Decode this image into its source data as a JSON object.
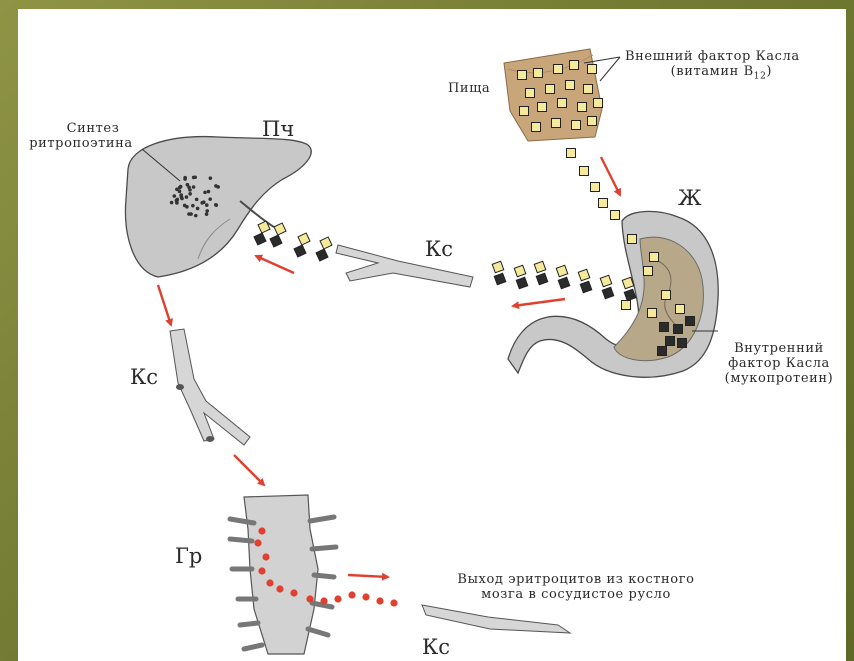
{
  "labels": {
    "external_factor_line1": "Внешний фактор Касла",
    "external_factor_line2_pre": "(витамин B",
    "external_factor_sub": "12",
    "external_factor_line2_post": ")",
    "food": "Пища",
    "synthesis_line1": "Синтез",
    "synthesis_line2": "ритропоэтина",
    "liver": "Пч",
    "stomach": "Ж",
    "vessel_top": "Кс",
    "vessel_left": "Кс",
    "vessel_bottom": "Кс",
    "bone_marrow": "Гр",
    "internal_factor_line1": "Внутренний",
    "internal_factor_line2": "фактор Касла",
    "internal_factor_line3": "(мукопротеин)",
    "exit_line1": "Выход эритроцитов из костного",
    "exit_line2": "мозга в сосудистое русло"
  },
  "colors": {
    "frame": "#727a33",
    "arrow": "#e0402f",
    "vitamin_fill": "#f4ea9a",
    "factor_fill": "#2b2b2b",
    "erythrocyte": "#e0402f",
    "organ_fill": "#c8c8c8",
    "stomach_inner": "#b8a88a",
    "food_fill": "#c9a57a"
  }
}
